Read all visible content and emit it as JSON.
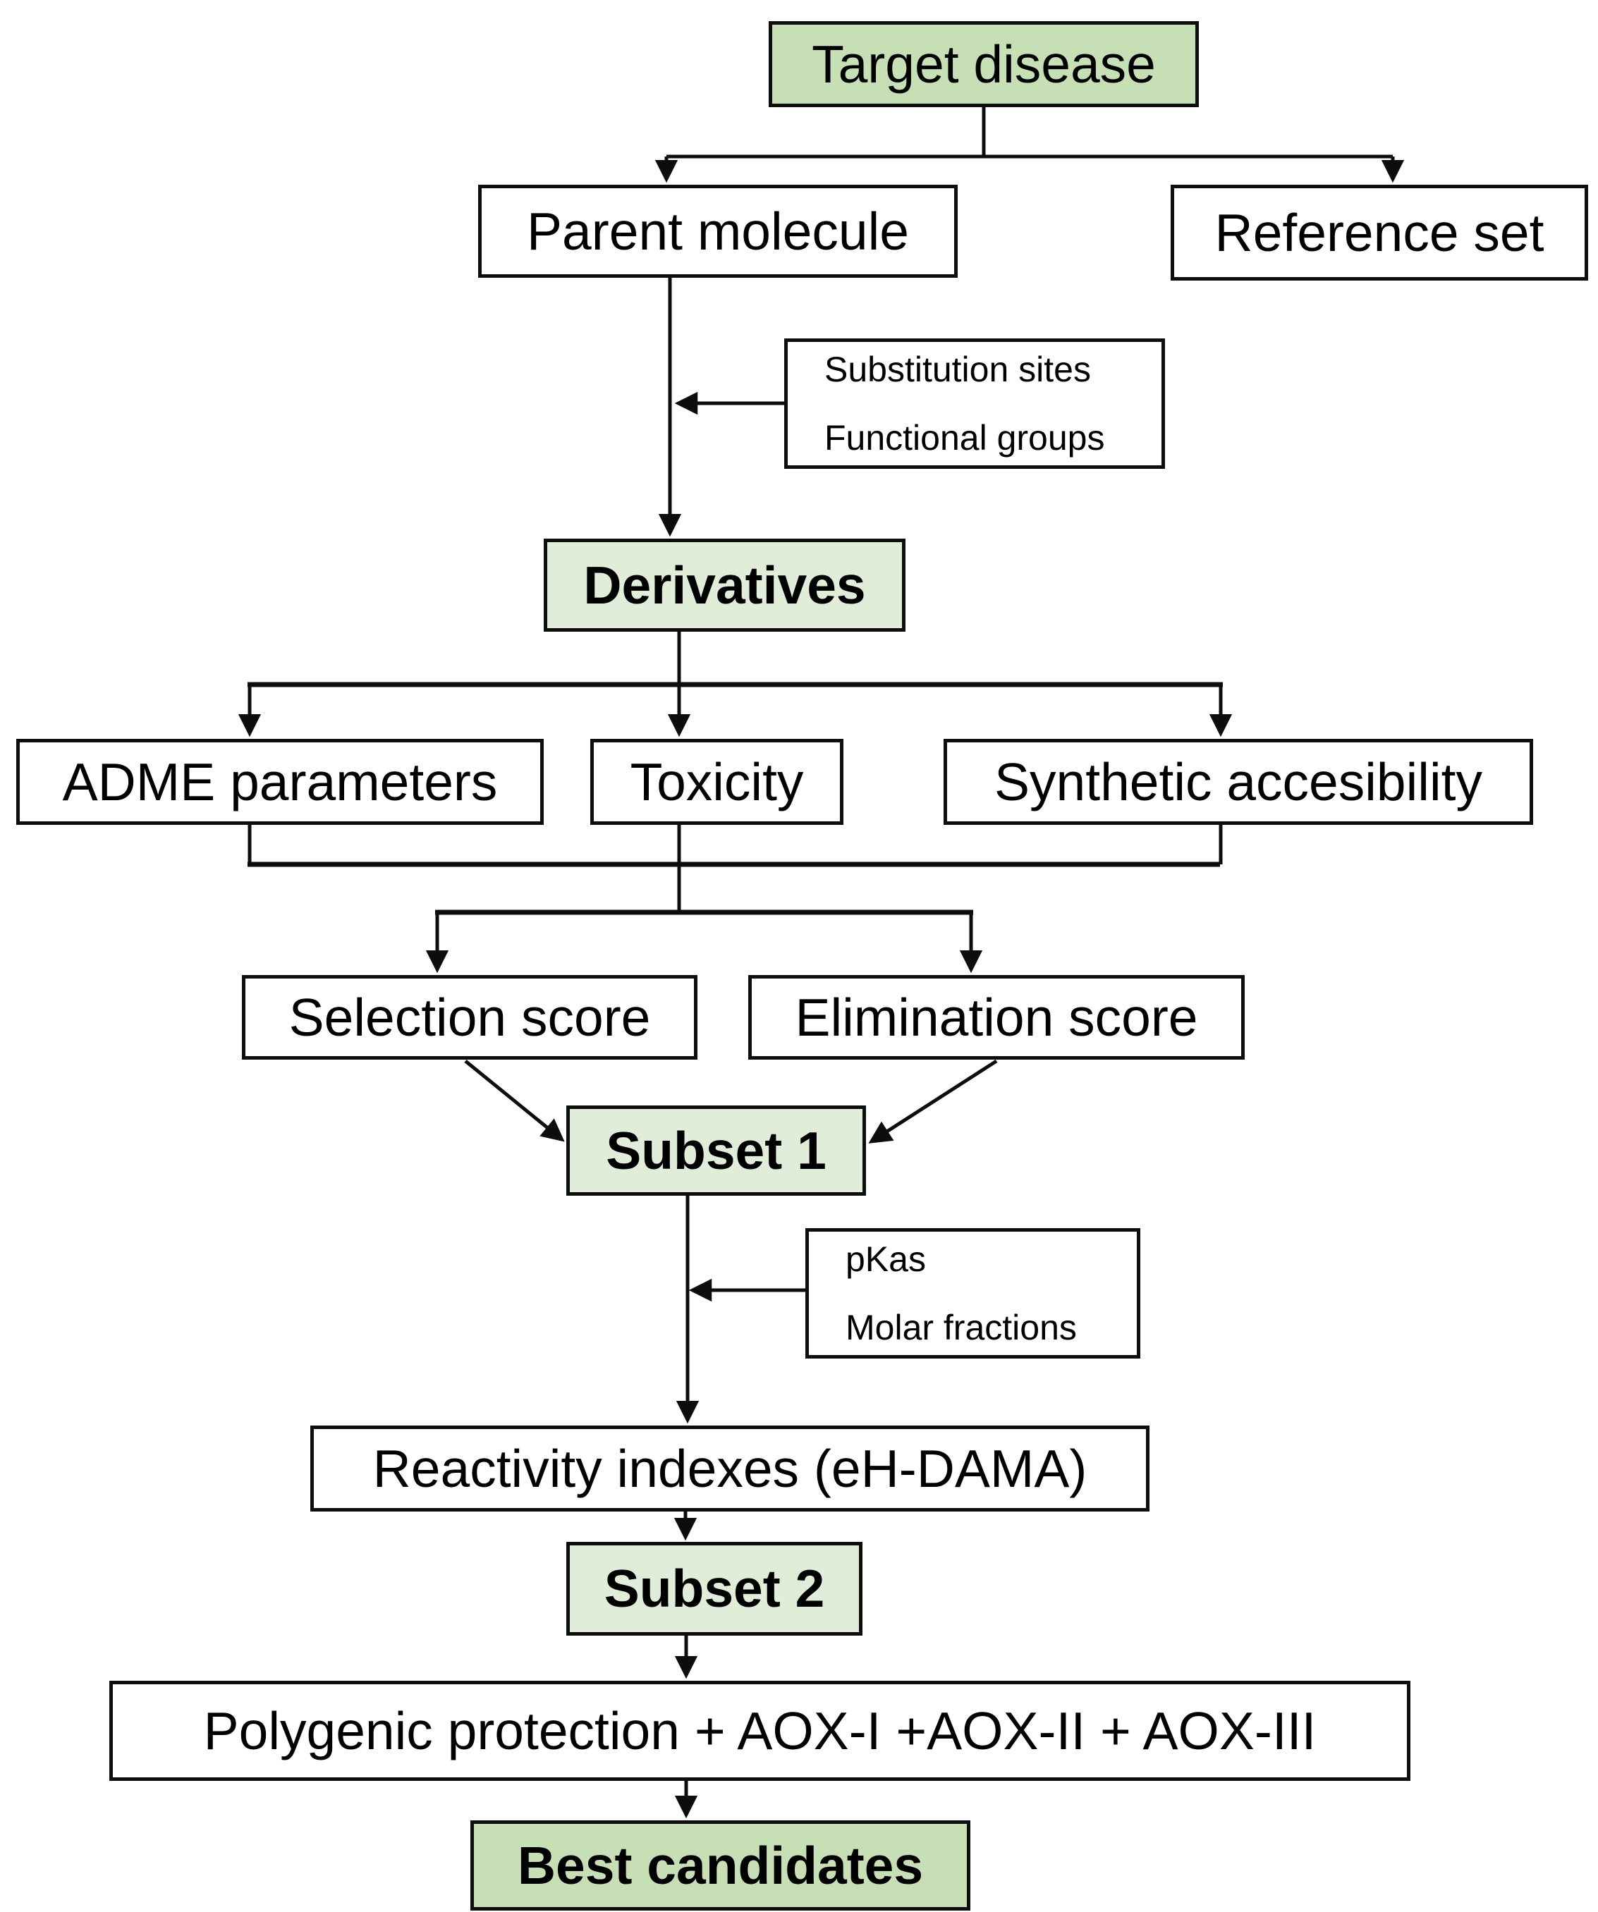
{
  "colors": {
    "green_dark": "#c7dfb5",
    "green_light": "#e0edd8",
    "box_bg": "#ffffff",
    "line": "#0d0d0d"
  },
  "nodes": {
    "target_disease": {
      "label": "Target disease",
      "fill": "green_dark",
      "emphasis": "normal"
    },
    "parent_molecule": {
      "label": "Parent molecule",
      "fill": "white",
      "emphasis": "normal"
    },
    "reference_set": {
      "label": "Reference set",
      "fill": "white",
      "emphasis": "normal"
    },
    "substitution_note": {
      "lines": [
        "Substitution sites",
        "Functional groups"
      ],
      "fill": "white",
      "emphasis": "normal"
    },
    "derivatives": {
      "label": "Derivatives",
      "fill": "green_light",
      "emphasis": "bold"
    },
    "adme_parameters": {
      "label": "ADME parameters",
      "fill": "white",
      "emphasis": "normal"
    },
    "toxicity": {
      "label": "Toxicity",
      "fill": "white",
      "emphasis": "normal"
    },
    "synthetic_accesibility": {
      "label": "Synthetic accesibility",
      "fill": "white",
      "emphasis": "normal"
    },
    "selection_score": {
      "label": "Selection score",
      "fill": "white",
      "emphasis": "normal"
    },
    "elimination_score": {
      "label": "Elimination score",
      "fill": "white",
      "emphasis": "normal"
    },
    "subset_1": {
      "label": "Subset 1",
      "fill": "green_light",
      "emphasis": "bold"
    },
    "pkas_note": {
      "lines": [
        "pKas",
        "Molar fractions"
      ],
      "fill": "white",
      "emphasis": "normal"
    },
    "reactivity_indexes": {
      "label": "Reactivity indexes (eH-DAMA)",
      "fill": "white",
      "emphasis": "normal"
    },
    "subset_2": {
      "label": "Subset 2",
      "fill": "green_light",
      "emphasis": "bold"
    },
    "polygenic_protection": {
      "label": "Polygenic protection + AOX-I +AOX-II + AOX-III",
      "fill": "white",
      "emphasis": "normal"
    },
    "best_candidates": {
      "label": "Best candidates",
      "fill": "green_dark",
      "emphasis": "bold"
    }
  },
  "edges": [
    {
      "from": "target_disease",
      "to": "parent_molecule"
    },
    {
      "from": "target_disease",
      "to": "reference_set"
    },
    {
      "from": "parent_molecule",
      "to": "derivatives",
      "annotation": "substitution_note"
    },
    {
      "from": "derivatives",
      "to": "adme_parameters"
    },
    {
      "from": "derivatives",
      "to": "toxicity"
    },
    {
      "from": "derivatives",
      "to": "synthetic_accesibility"
    },
    {
      "from": "adme_parameters_toxicity_synthetic_accesibility",
      "to": "selection_score"
    },
    {
      "from": "adme_parameters_toxicity_synthetic_accesibility",
      "to": "elimination_score"
    },
    {
      "from": "selection_score",
      "to": "subset_1"
    },
    {
      "from": "elimination_score",
      "to": "subset_1"
    },
    {
      "from": "subset_1",
      "to": "reactivity_indexes",
      "annotation": "pkas_note"
    },
    {
      "from": "reactivity_indexes",
      "to": "subset_2"
    },
    {
      "from": "subset_2",
      "to": "polygenic_protection"
    },
    {
      "from": "polygenic_protection",
      "to": "best_candidates"
    }
  ]
}
